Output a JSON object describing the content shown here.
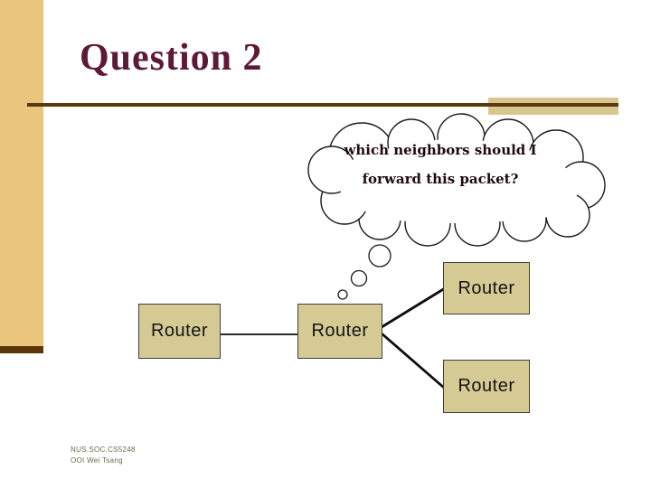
{
  "slide": {
    "title": "Question 2",
    "footer": {
      "line1": "NUS.SOC.CS5248",
      "line2": "OOI Wei Tsang"
    }
  },
  "thought_cloud": {
    "line1": "which neighbors should I",
    "line2": "forward this packet?"
  },
  "diagram": {
    "nodes": [
      {
        "id": "router-left",
        "label": "Router"
      },
      {
        "id": "router-center",
        "label": "Router"
      },
      {
        "id": "router-top-right",
        "label": "Router"
      },
      {
        "id": "router-bottom-right",
        "label": "Router"
      }
    ],
    "edges": [
      {
        "from": "router-left",
        "to": "router-center"
      },
      {
        "from": "router-center",
        "to": "router-top-right"
      },
      {
        "from": "router-center",
        "to": "router-bottom-right"
      }
    ]
  },
  "colors": {
    "left_bar": "#eac57e",
    "left_bar_cap": "#5a3608",
    "rule_line": "#5b3a10",
    "rule_highlight": "#d9c68e",
    "title_text": "#5c1a38",
    "router_fill": "#d5c994",
    "router_border": "#404040",
    "cloud_outline": "#1a1a1a",
    "cloud_text": "#200a12",
    "footer_text": "#6b6745",
    "background": "#ffffff"
  }
}
